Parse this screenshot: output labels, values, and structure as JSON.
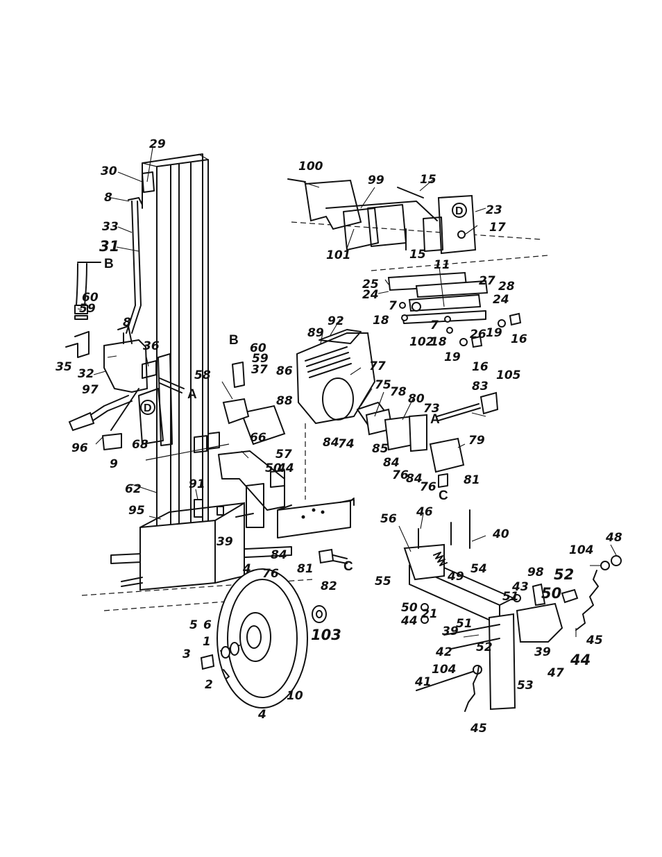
{
  "callouts": [
    {
      "id": "c29",
      "text": "29"
    },
    {
      "id": "c30",
      "text": "30"
    },
    {
      "id": "c8a",
      "text": "8"
    },
    {
      "id": "c33",
      "text": "33"
    },
    {
      "id": "c31",
      "text": "31"
    },
    {
      "id": "c60a",
      "text": "60"
    },
    {
      "id": "c59a",
      "text": "59"
    },
    {
      "id": "c8b",
      "text": "8"
    },
    {
      "id": "c35",
      "text": "35"
    },
    {
      "id": "c32",
      "text": "32"
    },
    {
      "id": "c36",
      "text": "36"
    },
    {
      "id": "c97",
      "text": "97"
    },
    {
      "id": "c96",
      "text": "96"
    },
    {
      "id": "c9",
      "text": "9"
    },
    {
      "id": "c68",
      "text": "68"
    },
    {
      "id": "c62",
      "text": "62"
    },
    {
      "id": "c91",
      "text": "91"
    },
    {
      "id": "c95",
      "text": "95"
    },
    {
      "id": "c39a",
      "text": "39"
    },
    {
      "id": "c58",
      "text": "58"
    },
    {
      "id": "c60b",
      "text": "60"
    },
    {
      "id": "c59b",
      "text": "59"
    },
    {
      "id": "c37",
      "text": "37"
    },
    {
      "id": "c66",
      "text": "66"
    },
    {
      "id": "c57",
      "text": "57"
    },
    {
      "id": "c50a",
      "text": "50"
    },
    {
      "id": "c44a",
      "text": "44"
    },
    {
      "id": "c84a",
      "text": "84"
    },
    {
      "id": "c81a",
      "text": "81"
    },
    {
      "id": "c76a",
      "text": "76"
    },
    {
      "id": "c82",
      "text": "82"
    },
    {
      "id": "c4a",
      "text": "4"
    },
    {
      "id": "c103",
      "text": "103"
    },
    {
      "id": "c5",
      "text": "5"
    },
    {
      "id": "c6",
      "text": "6"
    },
    {
      "id": "c3",
      "text": "3"
    },
    {
      "id": "c1",
      "text": "1"
    },
    {
      "id": "c2",
      "text": "2"
    },
    {
      "id": "c10",
      "text": "10"
    },
    {
      "id": "c4b",
      "text": "4"
    },
    {
      "id": "c100",
      "text": "100"
    },
    {
      "id": "c99",
      "text": "99"
    },
    {
      "id": "c15a",
      "text": "15"
    },
    {
      "id": "c23",
      "text": "23"
    },
    {
      "id": "c17",
      "text": "17"
    },
    {
      "id": "c101",
      "text": "101"
    },
    {
      "id": "c15b",
      "text": "15"
    },
    {
      "id": "c11",
      "text": "11"
    },
    {
      "id": "c25",
      "text": "25"
    },
    {
      "id": "c27",
      "text": "27"
    },
    {
      "id": "c28",
      "text": "28"
    },
    {
      "id": "c24a",
      "text": "24"
    },
    {
      "id": "c7a",
      "text": "7"
    },
    {
      "id": "c24b",
      "text": "24"
    },
    {
      "id": "c18a",
      "text": "18"
    },
    {
      "id": "c7b",
      "text": "7"
    },
    {
      "id": "c26",
      "text": "26"
    },
    {
      "id": "c19a",
      "text": "19"
    },
    {
      "id": "c16a",
      "text": "16"
    },
    {
      "id": "c102",
      "text": "102"
    },
    {
      "id": "c18b",
      "text": "18"
    },
    {
      "id": "c19b",
      "text": "19"
    },
    {
      "id": "c16b",
      "text": "16"
    },
    {
      "id": "c92",
      "text": "92"
    },
    {
      "id": "c89",
      "text": "89"
    },
    {
      "id": "c86",
      "text": "86"
    },
    {
      "id": "c77",
      "text": "77"
    },
    {
      "id": "c75",
      "text": "75"
    },
    {
      "id": "c88",
      "text": "88"
    },
    {
      "id": "c78",
      "text": "78"
    },
    {
      "id": "c80",
      "text": "80"
    },
    {
      "id": "c73",
      "text": "73"
    },
    {
      "id": "c84b",
      "text": "84"
    },
    {
      "id": "c74",
      "text": "74"
    },
    {
      "id": "c83",
      "text": "83"
    },
    {
      "id": "c105",
      "text": "105"
    },
    {
      "id": "c79",
      "text": "79"
    },
    {
      "id": "c85",
      "text": "85"
    },
    {
      "id": "c84c",
      "text": "84"
    },
    {
      "id": "c76b",
      "text": "76"
    },
    {
      "id": "c84d",
      "text": "84"
    },
    {
      "id": "c76c",
      "text": "76"
    },
    {
      "id": "c81b",
      "text": "81"
    },
    {
      "id": "c56",
      "text": "56"
    },
    {
      "id": "c46",
      "text": "46"
    },
    {
      "id": "c40",
      "text": "40"
    },
    {
      "id": "c48",
      "text": "48"
    },
    {
      "id": "c104a",
      "text": "104"
    },
    {
      "id": "c55",
      "text": "55"
    },
    {
      "id": "c49",
      "text": "49"
    },
    {
      "id": "c54",
      "text": "54"
    },
    {
      "id": "c98",
      "text": "98"
    },
    {
      "id": "c52a",
      "text": "52"
    },
    {
      "id": "c21",
      "text": "21"
    },
    {
      "id": "c43",
      "text": "43"
    },
    {
      "id": "c51a",
      "text": "51"
    },
    {
      "id": "c50b",
      "text": "50"
    },
    {
      "id": "c50c",
      "text": "50"
    },
    {
      "id": "c44b",
      "text": "44"
    },
    {
      "id": "c45a",
      "text": "45"
    },
    {
      "id": "c39b",
      "text": "39"
    },
    {
      "id": "c51b",
      "text": "51"
    },
    {
      "id": "c42",
      "text": "42"
    },
    {
      "id": "c52b",
      "text": "52"
    },
    {
      "id": "c39c",
      "text": "39"
    },
    {
      "id": "c44c",
      "text": "44"
    },
    {
      "id": "c47",
      "text": "47"
    },
    {
      "id": "c104b",
      "text": "104"
    },
    {
      "id": "c41",
      "text": "41"
    },
    {
      "id": "c53",
      "text": "53"
    },
    {
      "id": "c45b",
      "text": "45"
    }
  ],
  "connection_letters": [
    {
      "id": "lB1",
      "text": "B"
    },
    {
      "id": "lA1",
      "text": "A"
    },
    {
      "id": "lB2",
      "text": "B"
    },
    {
      "id": "lA2",
      "text": "A"
    },
    {
      "id": "lC1",
      "text": "C"
    },
    {
      "id": "lC2",
      "text": "C"
    }
  ],
  "decal_labels": [
    {
      "id": "d1",
      "text": "D"
    },
    {
      "id": "d2",
      "text": "D"
    }
  ]
}
